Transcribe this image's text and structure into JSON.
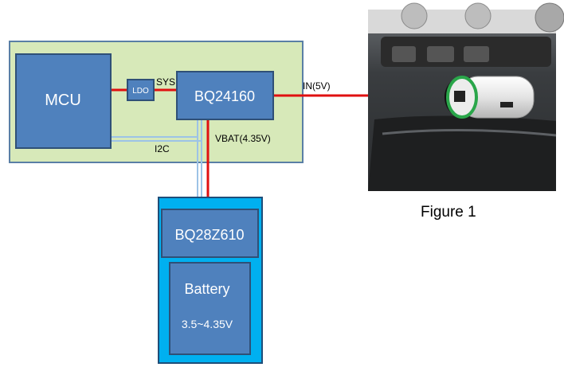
{
  "blocks": {
    "mcu": "MCU",
    "ldo": "LDO",
    "charger": "BQ24160",
    "gauge": "BQ28Z610",
    "battery": "Battery",
    "battery_range": "3.5~4.35V"
  },
  "signals": {
    "sys": "SYS",
    "input": "IN(5V)",
    "vbat": "VBAT(4.35V)",
    "i2c": "I2C"
  },
  "figure_caption": "Figure 1",
  "colors": {
    "board_fill": "#d7e9b9",
    "block_fill": "#4f81bd",
    "pack_fill": "#00b0f0",
    "power_line": "#e01010",
    "bus_line": "#9dc3e6"
  }
}
